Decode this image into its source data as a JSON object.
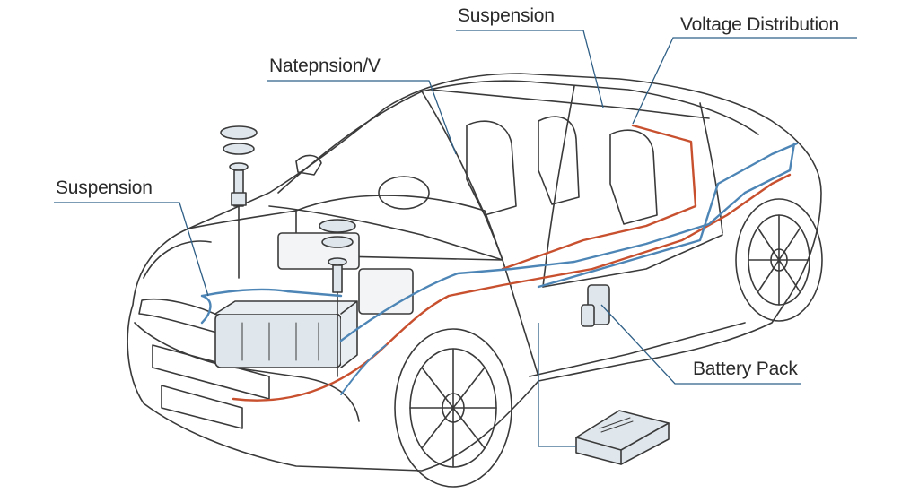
{
  "labels": {
    "suspension_top": "Suspension",
    "voltage_distribution": "Voltage Distribution",
    "natepnsion": "Natepnsion/V",
    "suspension_left": "Suspension",
    "battery_pack": "Battery Pack"
  },
  "colors": {
    "outline": "#3a3a3a",
    "callout_line": "#2f5f86",
    "high_voltage_cable": "#c8502f",
    "low_voltage_cable": "#4d86b6",
    "component_fill": "#dfe6ec"
  }
}
